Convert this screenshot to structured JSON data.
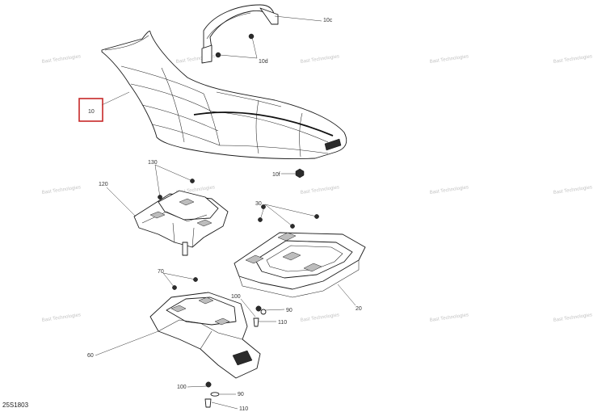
{
  "diagram": {
    "callouts": [
      "10",
      "10c",
      "10d",
      "10f",
      "130",
      "120",
      "30",
      "20",
      "70",
      "100",
      "90",
      "110",
      "60",
      "100",
      "90",
      "110"
    ],
    "watermark": "Bast Technologies",
    "figure_code": "25S1803",
    "highlighted_callout": "10",
    "highlight_color": "#c62828"
  }
}
